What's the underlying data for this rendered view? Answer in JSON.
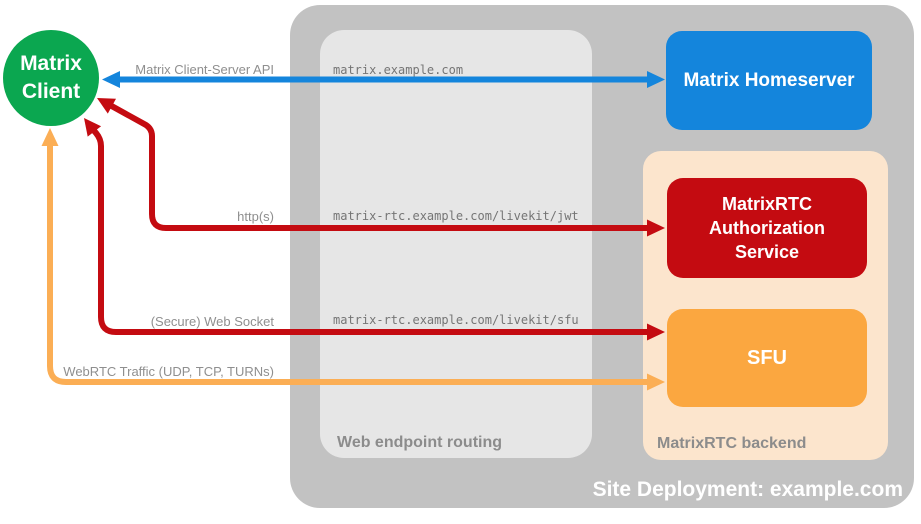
{
  "diagram": {
    "client": {
      "label_line1": "Matrix",
      "label_line2": "Client",
      "color": "#0BA750"
    },
    "homeserver": {
      "label": "Matrix Homeserver",
      "color": "#1485DC"
    },
    "auth_service": {
      "label": "MatrixRTC Authorization Service",
      "color": "#C40B11"
    },
    "sfu": {
      "label": "SFU",
      "color": "#FBA740"
    },
    "routing_box": {
      "label": "Web endpoint routing",
      "color": "#E6E6E6",
      "endpoints": [
        "matrix.example.com",
        "matrix-rtc.example.com/livekit/jwt",
        "matrix-rtc.example.com/livekit/sfu"
      ]
    },
    "backend_box": {
      "label": "MatrixRTC backend",
      "color": "#FCE5CD"
    },
    "site_container": {
      "label": "Site Deployment: example.com",
      "color": "#C2C2C2"
    },
    "connections": [
      {
        "label": "Matrix Client-Server API",
        "color": "#1485DC"
      },
      {
        "label": "http(s)",
        "color": "#C40B11"
      },
      {
        "label": "(Secure) Web Socket",
        "color": "#C40B11"
      },
      {
        "label": "WebRTC Traffic (UDP, TCP, TURNs)",
        "color": "#FBAE55"
      }
    ]
  }
}
